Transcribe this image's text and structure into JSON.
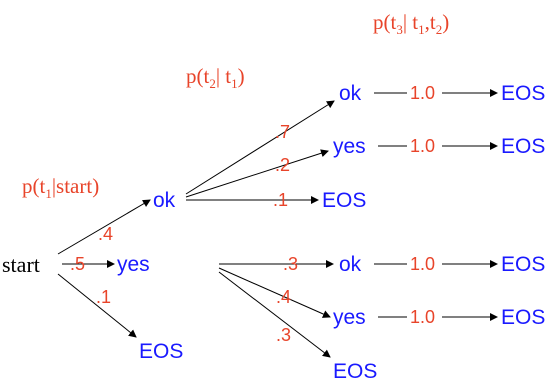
{
  "headers": {
    "level1": {
      "p": "p(t",
      "sub1": "1",
      "rest": "|start)"
    },
    "level2": {
      "p": "p(t",
      "sub2": "2",
      "mid": "| t",
      "sub1": "1",
      "end": ")"
    },
    "level3": {
      "p": "p(t",
      "sub3": "3",
      "mid": "| t",
      "sub1": "1",
      "comma": ",t",
      "sub2": "2",
      "end": ")"
    }
  },
  "nodes": {
    "start": "start",
    "ok1": "ok",
    "yes1": "yes",
    "eos1": "EOS",
    "ok_ok": "ok",
    "ok_yes": "yes",
    "ok_eos": "EOS",
    "yes_ok": "ok",
    "yes_yes": "yes",
    "yes_eos": "EOS",
    "eos_ok_ok": "EOS",
    "eos_ok_yes": "EOS",
    "eos_yes_ok": "EOS",
    "eos_yes_yes": "EOS"
  },
  "probs": {
    "start_ok": ".4",
    "start_yes": ".5",
    "start_eos": ".1",
    "ok_ok": ".7",
    "ok_yes": ".2",
    "ok_eos": ".1",
    "yes_ok": ".3",
    "yes_yes": ".4",
    "yes_eos": ".3",
    "ok_ok_eos": "1.0",
    "ok_yes_eos": "1.0",
    "yes_ok_eos": "1.0",
    "yes_yes_eos": "1.0"
  },
  "colors": {
    "node": "#1a1aff",
    "prob": "#e8442a",
    "line": "#000000"
  }
}
